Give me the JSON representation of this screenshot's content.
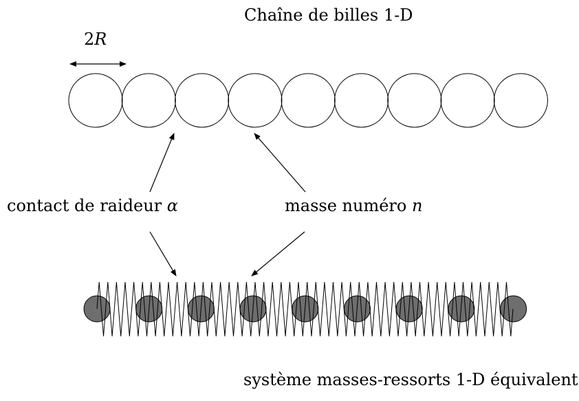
{
  "title": "Chaîne de billes 1-D",
  "diameter_label": {
    "text": "2",
    "symbol": "R"
  },
  "contact_label": {
    "text": "contact de raideur ",
    "symbol": "α"
  },
  "mass_label": {
    "text": "masse numéro ",
    "symbol": "n"
  },
  "system_label": "système masses-ressorts 1-D équivalent",
  "chain": {
    "ball_count": 9
  },
  "equivalent": {
    "mass_count": 9
  },
  "colors": {
    "mass_fill": "#6e6e6e",
    "stroke": "#000000",
    "ball_fill": "#ffffff"
  }
}
